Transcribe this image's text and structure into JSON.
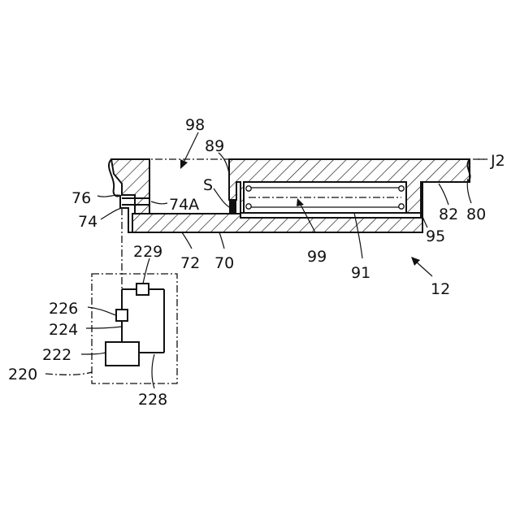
{
  "labels": {
    "l98": "98",
    "l89": "89",
    "lS": "S",
    "lJ2": "J2",
    "l76": "76",
    "l74A": "74A",
    "l74": "74",
    "l82": "82",
    "l80": "80",
    "l95": "95",
    "l229": "229",
    "l72": "72",
    "l70": "70",
    "l99": "99",
    "l91": "91",
    "l12": "12",
    "l226": "226",
    "l224": "224",
    "l222": "222",
    "l220": "220",
    "l228": "228"
  }
}
